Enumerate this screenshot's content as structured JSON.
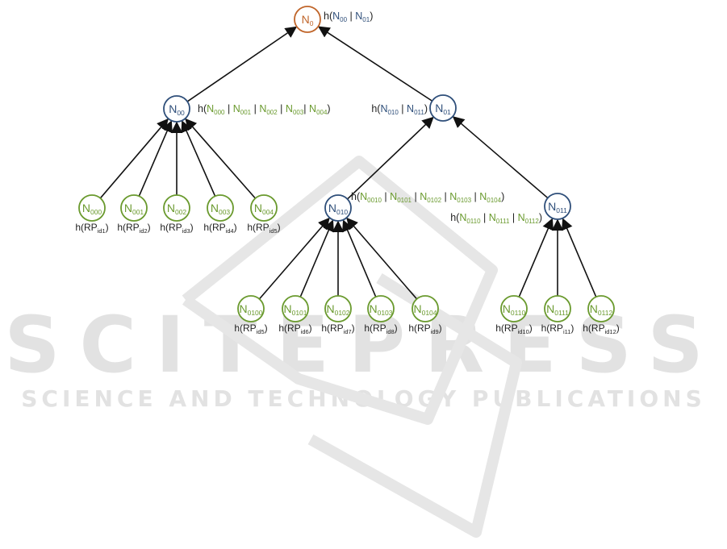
{
  "watermark": {
    "title": "SCITEPRESS",
    "subtitle": "SCIENCE AND TECHNOLOGY PUBLICATIONS"
  },
  "colors": {
    "root": "#c0652a",
    "internal": "#2f4f7a",
    "leaf": "#6a9a2e",
    "edge": "#111111",
    "text": "#222222"
  },
  "nodes": [
    {
      "id": "n0",
      "base": "N",
      "sub": "0",
      "kind": "root"
    },
    {
      "id": "n00",
      "base": "N",
      "sub": "00",
      "kind": "internal"
    },
    {
      "id": "n01",
      "base": "N",
      "sub": "01",
      "kind": "internal"
    },
    {
      "id": "n000",
      "base": "N",
      "sub": "000",
      "kind": "leaf"
    },
    {
      "id": "n001",
      "base": "N",
      "sub": "001",
      "kind": "leaf"
    },
    {
      "id": "n002",
      "base": "N",
      "sub": "002",
      "kind": "leaf"
    },
    {
      "id": "n003",
      "base": "N",
      "sub": "003",
      "kind": "leaf"
    },
    {
      "id": "n004",
      "base": "N",
      "sub": "004",
      "kind": "leaf"
    },
    {
      "id": "n010",
      "base": "N",
      "sub": "010",
      "kind": "internal"
    },
    {
      "id": "n011",
      "base": "N",
      "sub": "011",
      "kind": "internal"
    },
    {
      "id": "n0100",
      "base": "N",
      "sub": "0100",
      "kind": "leaf"
    },
    {
      "id": "n0101",
      "base": "N",
      "sub": "0101",
      "kind": "leaf"
    },
    {
      "id": "n0102",
      "base": "N",
      "sub": "0102",
      "kind": "leaf"
    },
    {
      "id": "n0103",
      "base": "N",
      "sub": "0103",
      "kind": "leaf"
    },
    {
      "id": "n0104",
      "base": "N",
      "sub": "0104",
      "kind": "leaf"
    },
    {
      "id": "n0110",
      "base": "N",
      "sub": "0110",
      "kind": "leaf"
    },
    {
      "id": "n0111",
      "base": "N",
      "sub": "0111",
      "kind": "leaf"
    },
    {
      "id": "n0112",
      "base": "N",
      "sub": "0112",
      "kind": "leaf"
    }
  ],
  "edges": [
    {
      "from": "n00",
      "to": "n0"
    },
    {
      "from": "n01",
      "to": "n0"
    },
    {
      "from": "n000",
      "to": "n00"
    },
    {
      "from": "n001",
      "to": "n00"
    },
    {
      "from": "n002",
      "to": "n00"
    },
    {
      "from": "n003",
      "to": "n00"
    },
    {
      "from": "n004",
      "to": "n00"
    },
    {
      "from": "n010",
      "to": "n01"
    },
    {
      "from": "n011",
      "to": "n01"
    },
    {
      "from": "n0100",
      "to": "n010"
    },
    {
      "from": "n0101",
      "to": "n010"
    },
    {
      "from": "n0102",
      "to": "n010"
    },
    {
      "from": "n0103",
      "to": "n010"
    },
    {
      "from": "n0104",
      "to": "n010"
    },
    {
      "from": "n0110",
      "to": "n011"
    },
    {
      "from": "n0111",
      "to": "n011"
    },
    {
      "from": "n0112",
      "to": "n011"
    }
  ],
  "hash_labels": [
    {
      "node": "n0",
      "parts": [
        [
          "h(",
          "text"
        ],
        [
          "N",
          "internal"
        ],
        [
          "00",
          "internal-sub"
        ],
        [
          " | ",
          "text"
        ],
        [
          "N",
          "internal"
        ],
        [
          "01",
          "internal-sub"
        ],
        [
          ")",
          "text"
        ]
      ]
    },
    {
      "node": "n00",
      "parts": [
        [
          "h(",
          "text"
        ],
        [
          "N",
          "leaf"
        ],
        [
          "000",
          "leaf-sub"
        ],
        [
          " | ",
          "text"
        ],
        [
          "N",
          "leaf"
        ],
        [
          "001",
          "leaf-sub"
        ],
        [
          " | ",
          "text"
        ],
        [
          "N",
          "leaf"
        ],
        [
          "002",
          "leaf-sub"
        ],
        [
          " | ",
          "text"
        ],
        [
          "N",
          "leaf"
        ],
        [
          "003",
          "leaf-sub"
        ],
        [
          "| ",
          "text"
        ],
        [
          "N",
          "leaf"
        ],
        [
          "004",
          "leaf-sub"
        ],
        [
          ")",
          "text"
        ]
      ]
    },
    {
      "node": "n01",
      "parts": [
        [
          "h(",
          "text"
        ],
        [
          "N",
          "internal"
        ],
        [
          "010",
          "internal-sub"
        ],
        [
          " | ",
          "text"
        ],
        [
          "N",
          "internal"
        ],
        [
          "011",
          "internal-sub"
        ],
        [
          ")",
          "text"
        ]
      ]
    },
    {
      "node": "n010",
      "parts": [
        [
          "h(",
          "text"
        ],
        [
          "N",
          "leaf"
        ],
        [
          "0010",
          "leaf-sub"
        ],
        [
          " | ",
          "text"
        ],
        [
          "N",
          "leaf"
        ],
        [
          "0101",
          "leaf-sub"
        ],
        [
          " | ",
          "text"
        ],
        [
          "N",
          "leaf"
        ],
        [
          "0102",
          "leaf-sub"
        ],
        [
          " | ",
          "text"
        ],
        [
          "N",
          "leaf"
        ],
        [
          "0103",
          "leaf-sub"
        ],
        [
          " | ",
          "text"
        ],
        [
          "N",
          "leaf"
        ],
        [
          "0104",
          "leaf-sub"
        ],
        [
          ")",
          "text"
        ]
      ]
    },
    {
      "node": "n011",
      "parts": [
        [
          "h(",
          "text"
        ],
        [
          "N",
          "leaf"
        ],
        [
          "0110",
          "leaf-sub"
        ],
        [
          " | ",
          "text"
        ],
        [
          "N",
          "leaf"
        ],
        [
          "0111",
          "leaf-sub"
        ],
        [
          " | ",
          "text"
        ],
        [
          "N",
          "leaf"
        ],
        [
          "0112",
          "leaf-sub"
        ],
        [
          ")",
          "text"
        ]
      ]
    }
  ],
  "leaf_hashes": [
    {
      "node": "n000",
      "prefix": "h(RP",
      "sub": "id1",
      "suffix": ")"
    },
    {
      "node": "n001",
      "prefix": "h(RP",
      "sub": "id2",
      "suffix": ")"
    },
    {
      "node": "n002",
      "prefix": "h(RP",
      "sub": "id3",
      "suffix": ")"
    },
    {
      "node": "n003",
      "prefix": "h(RP",
      "sub": "id4",
      "suffix": ")"
    },
    {
      "node": "n004",
      "prefix": "h(RP",
      "sub": "id5",
      "suffix": ")"
    },
    {
      "node": "n0100",
      "prefix": "h(RP",
      "sub": "id5",
      "suffix": ")"
    },
    {
      "node": "n0101",
      "prefix": "h(RP",
      "sub": "id6",
      "suffix": ")"
    },
    {
      "node": "n0102",
      "prefix": "h(RP",
      "sub": "id7",
      "suffix": ")"
    },
    {
      "node": "n0103",
      "prefix": "h(RP",
      "sub": "id8",
      "suffix": ")"
    },
    {
      "node": "n0104",
      "prefix": "h(RP",
      "sub": "id9",
      "suffix": ")"
    },
    {
      "node": "n0110",
      "prefix": "h(RP",
      "sub": "id10",
      "suffix": ")"
    },
    {
      "node": "n0111",
      "prefix": "h(RP",
      "sub": "i11",
      "suffix": ")"
    },
    {
      "node": "n0112",
      "prefix": "h(RP",
      "sub": "id12",
      "suffix": ")"
    }
  ]
}
